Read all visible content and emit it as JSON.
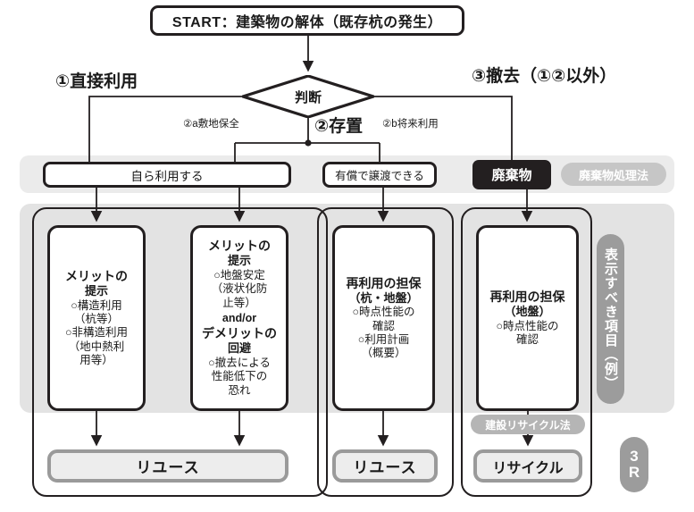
{
  "diagram": {
    "start": {
      "label": "START：建築物の解体（既存杭の発生）"
    },
    "decision": {
      "label": "判断"
    },
    "branch_titles": {
      "direct_use": "①直接利用",
      "store": "②存置",
      "remove": "③撤去（①②以外）"
    },
    "edge_labels": {
      "a_site_preservation": "②a敷地保全",
      "b_future_use": "②b将来利用"
    },
    "headers": [
      {
        "id": "self-use",
        "label": "自ら利用する"
      },
      {
        "id": "sell",
        "label": "有償で譲渡できる"
      },
      {
        "id": "waste",
        "label": "廃棄物"
      },
      {
        "id": "waste-law",
        "label": "廃棄物処理法"
      }
    ],
    "details": [
      {
        "id": "merit-structural",
        "title": "メリットの",
        "title2": "提示",
        "body": "○構造利用\n（杭等）\n○非構造利用\n（地中熱利\n用等）"
      },
      {
        "id": "merit-ground",
        "title": "メリットの",
        "title2": "提示",
        "body": "○地盤安定\n（液状化防\n止等）",
        "andor": "and/or",
        "title3": "デメリットの",
        "title4": "回避",
        "body2": "○撤去による\n性能低下の\n恐れ"
      },
      {
        "id": "reuse-pile-ground",
        "title": "再利用の担保",
        "title2": "（杭・地盤）",
        "body": "○時点性能の\n確認\n○利用計画\n（概要）"
      },
      {
        "id": "reuse-ground",
        "title": "再利用の担保",
        "title2": "（地盤）",
        "body": "○時点性能の\n確認"
      }
    ],
    "outcomes": [
      {
        "id": "reuse-1",
        "label": "リユース"
      },
      {
        "id": "reuse-2",
        "label": "リユース"
      },
      {
        "id": "recycle",
        "label": "リサイクル"
      }
    ],
    "construction_recycle_law": "建設リサイクル法",
    "side_labels": {
      "display_items": "表示すべき項目（例）",
      "three_r_top": "3",
      "three_r_bottom": "R"
    },
    "colors": {
      "ink": "#231f20",
      "panel_gray": "#e3e3e3",
      "band_gray": "#ebebeb",
      "pill_gray": "#9c9c9c",
      "outcome_border": "#9a9a9a",
      "outcome_fill": "#ededed",
      "waste_fill": "#231f20"
    }
  }
}
